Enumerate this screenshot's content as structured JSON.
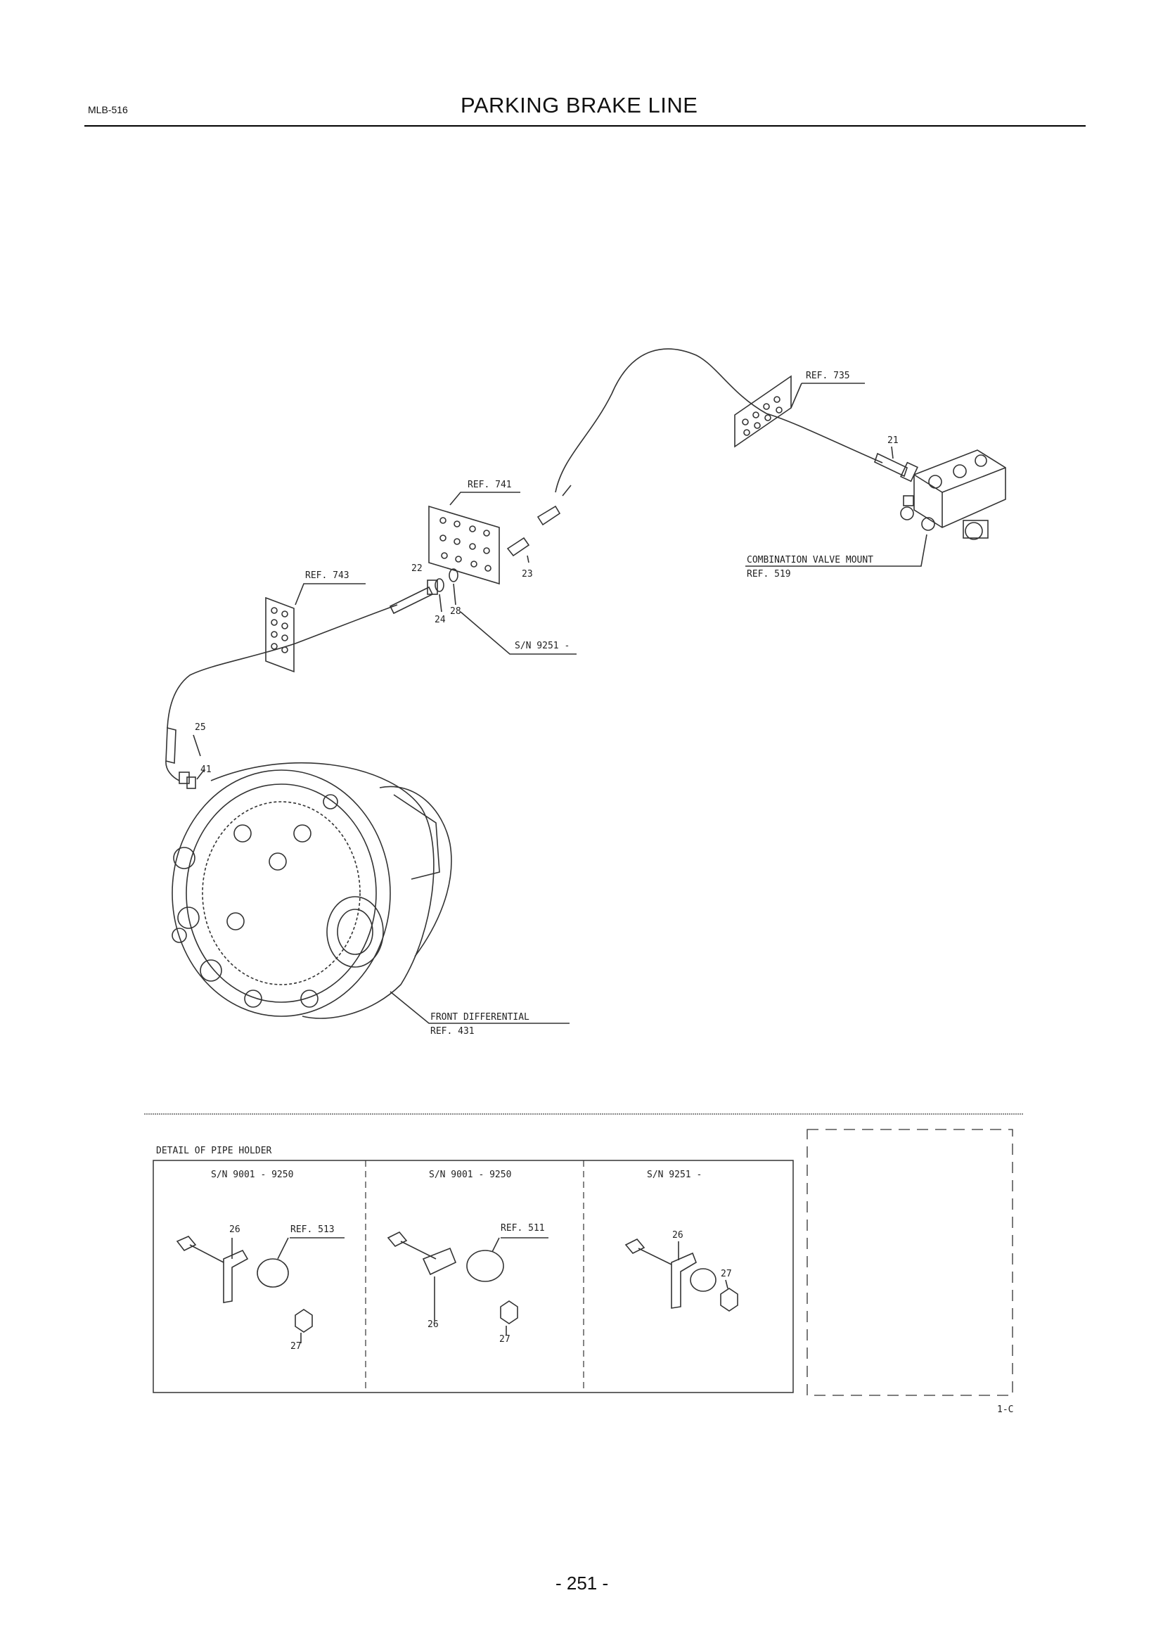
{
  "header": {
    "doc_code": "MLB-516",
    "title": "PARKING BRAKE LINE"
  },
  "callouts": {
    "ref_735": "REF. 735",
    "ref_741": "REF. 741",
    "ref_743": "REF. 743",
    "part_21": "21",
    "part_22": "22",
    "part_23": "23",
    "part_24": "24",
    "part_28": "28",
    "part_25": "25",
    "part_41": "41",
    "combination_valve_line1": "COMBINATION VALVE MOUNT",
    "combination_valve_line2": "REF. 519",
    "sn_note": "S/N 9251 -",
    "front_diff_line1": "FRONT DIFFERENTIAL",
    "front_diff_line2": "REF. 431"
  },
  "detail": {
    "title": "DETAIL OF PIPE HOLDER",
    "panels": [
      {
        "sn": "S/N 9001 - 9250",
        "ref": "REF. 513",
        "parts": [
          "26",
          "27"
        ]
      },
      {
        "sn": "S/N 9001 - 9250",
        "ref": "REF. 511",
        "parts": [
          "26",
          "27"
        ]
      },
      {
        "sn": "S/N 9251 -",
        "ref": "",
        "parts": [
          "26",
          "27"
        ]
      }
    ]
  },
  "figure_code": "1-C",
  "page_number": "- 251 -"
}
